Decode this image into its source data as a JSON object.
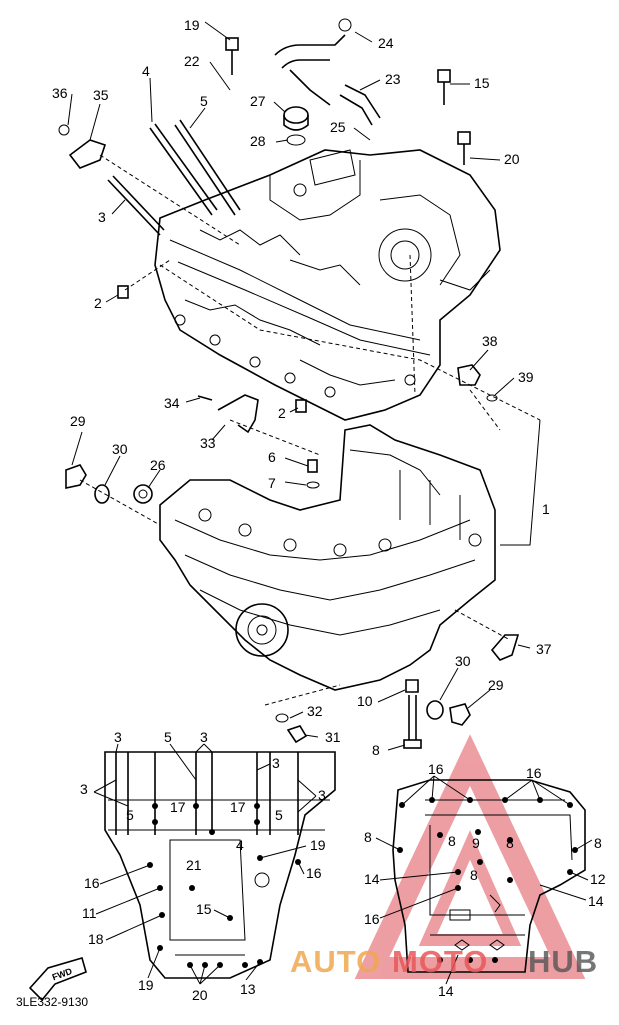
{
  "diagram": {
    "code": "3LE332-9130",
    "fwd_label": "FWD",
    "callouts": {
      "c19": "19",
      "c24": "24",
      "c22": "22",
      "c23": "23",
      "c15": "15",
      "c4": "4",
      "c5": "5",
      "c36": "36",
      "c35": "35",
      "c27": "27",
      "c28": "28",
      "c25": "25",
      "c20": "20",
      "c3": "3",
      "c2a": "2",
      "c38": "38",
      "c39": "39",
      "c34": "34",
      "c2b": "2",
      "c33": "33",
      "c29a": "29",
      "c30a": "30",
      "c26": "26",
      "c6": "6",
      "c7": "7",
      "c1": "1",
      "c37": "37",
      "c30b": "30",
      "c29b": "29",
      "c10": "10",
      "c32": "32",
      "c31": "31",
      "c8": "8",
      "u3a": "3",
      "u5a": "5",
      "u3b": "3",
      "u3c": "3",
      "u3d": "3",
      "u5b": "5",
      "u17a": "17",
      "u17b": "17",
      "u5c": "5",
      "u3e": "3",
      "u4": "4",
      "u19a": "19",
      "u21": "21",
      "u16a": "16",
      "u16b": "16",
      "u11": "11",
      "u15": "15",
      "u18": "18",
      "u19b": "19",
      "u20": "20",
      "u13": "13",
      "l16a": "16",
      "l16b": "16",
      "l8a": "8",
      "l8b": "8",
      "l9": "9",
      "l8c": "8",
      "l8d": "8",
      "l8e": "8",
      "l14a": "14",
      "l12": "12",
      "l14b": "14",
      "l16c": "16",
      "l14c": "14"
    }
  },
  "watermark": {
    "part1": "AUTO",
    "part2": "MOTO",
    "part3": "HUB",
    "colors": {
      "auto": "#f0a850",
      "moto": "#e8585a",
      "hub": "#555555"
    }
  }
}
